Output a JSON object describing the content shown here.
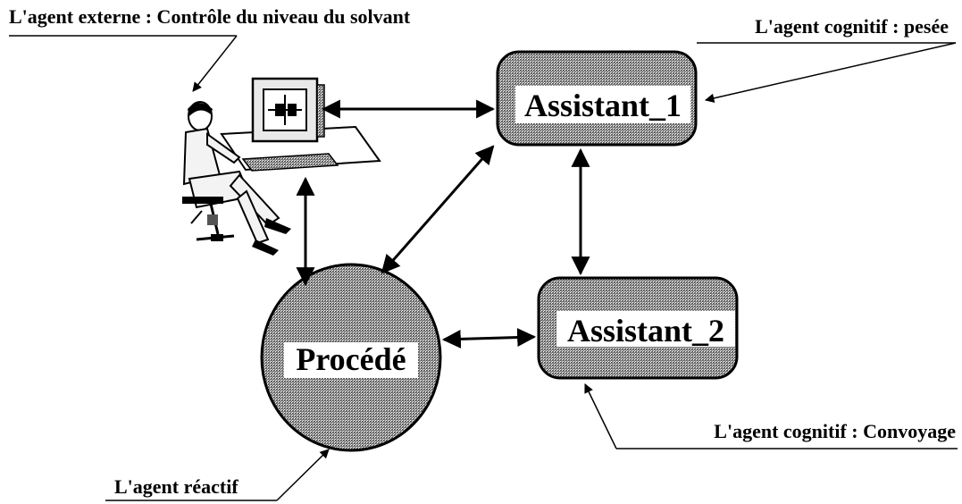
{
  "annotations": {
    "external_agent": "L'agent externe : Contrôle du niveau du solvant",
    "cognitive_agent_weighing": "L'agent cognitif : pesée",
    "cognitive_agent_conveying": "L'agent cognitif : Convoyage",
    "reactive_agent": "L'agent réactif"
  },
  "nodes": {
    "assistant_1": "Assistant_1",
    "assistant_2": "Assistant_2",
    "process": "Procédé"
  },
  "colors": {
    "node_fill": "#7a7a7a",
    "label_bg": "#ffffff",
    "stroke": "#000000"
  }
}
